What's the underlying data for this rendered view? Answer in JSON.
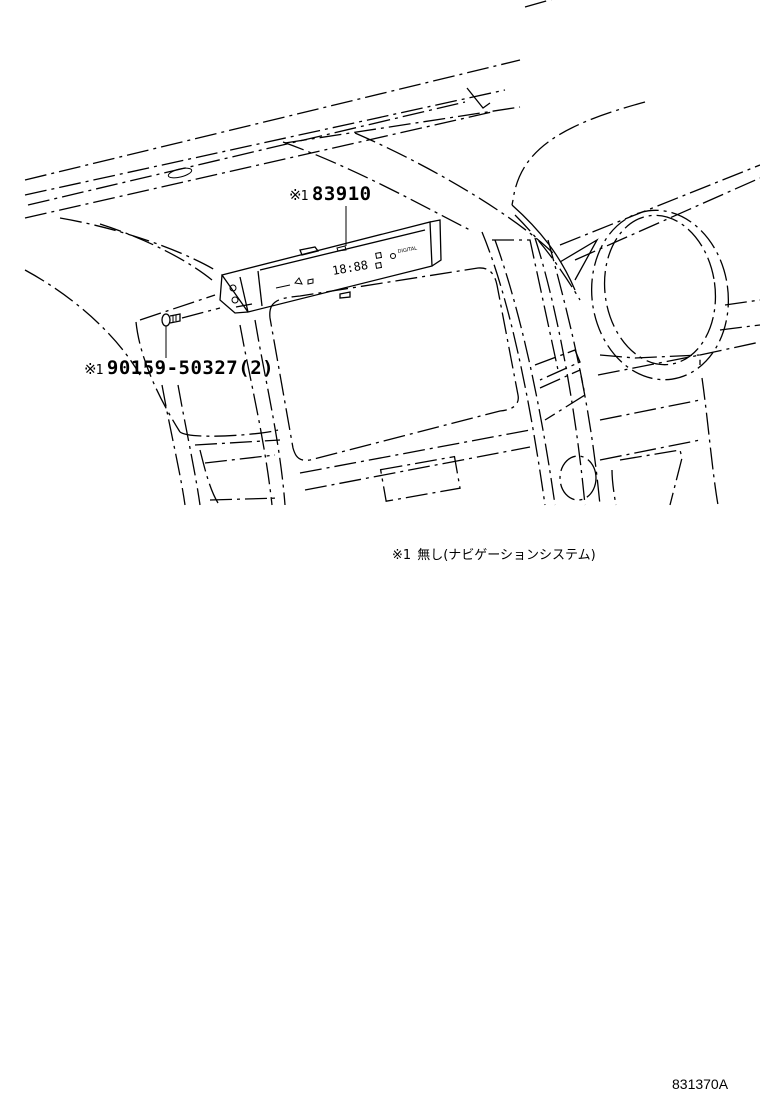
{
  "diagram": {
    "type": "parts-illustration",
    "subject": "instrument panel clock",
    "callouts": [
      {
        "mark": "※",
        "ref": "1",
        "part_number": "83910",
        "qty": ""
      },
      {
        "mark": "※",
        "ref": "1",
        "part_number": "90159-50327",
        "qty": "(2)"
      }
    ],
    "clock_display": {
      "time": "18:88",
      "small_text": "DIGITAL"
    },
    "footnote": {
      "mark": "※",
      "ref": "1",
      "text": "無し(ナビゲーションシステム)"
    },
    "illustration_code": "831370A"
  }
}
